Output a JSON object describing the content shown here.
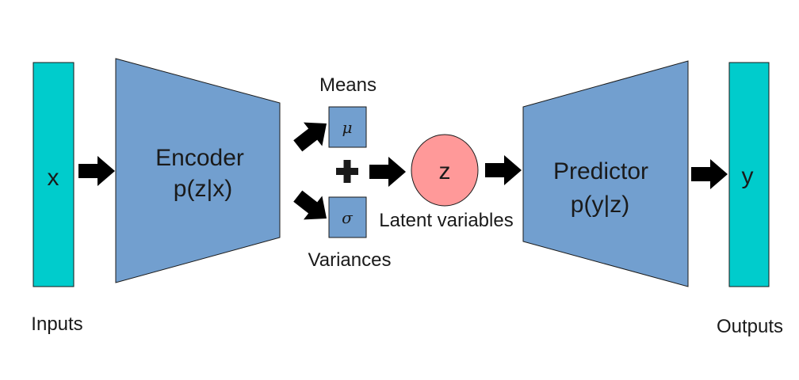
{
  "inputs": {
    "symbol": "x",
    "caption": "Inputs",
    "fill": "#00cccc"
  },
  "encoder": {
    "title": "Encoder",
    "subtitle": "p(z|x)",
    "fill": "#729fcf"
  },
  "means": {
    "symbol": "μ",
    "caption": "Means"
  },
  "variances": {
    "symbol": "σ",
    "caption": "Variances"
  },
  "plus": "+",
  "latent": {
    "symbol": "z",
    "caption": "Latent variables",
    "fill": "#ff9999"
  },
  "predictor": {
    "title": "Predictor",
    "subtitle": "p(y|z)",
    "fill": "#729fcf"
  },
  "outputs": {
    "symbol": "y",
    "caption": "Outputs",
    "fill": "#00cccc"
  },
  "colors": {
    "stroke": "#1a1a1a",
    "arrow": "#000000",
    "box": "#729fcf"
  }
}
